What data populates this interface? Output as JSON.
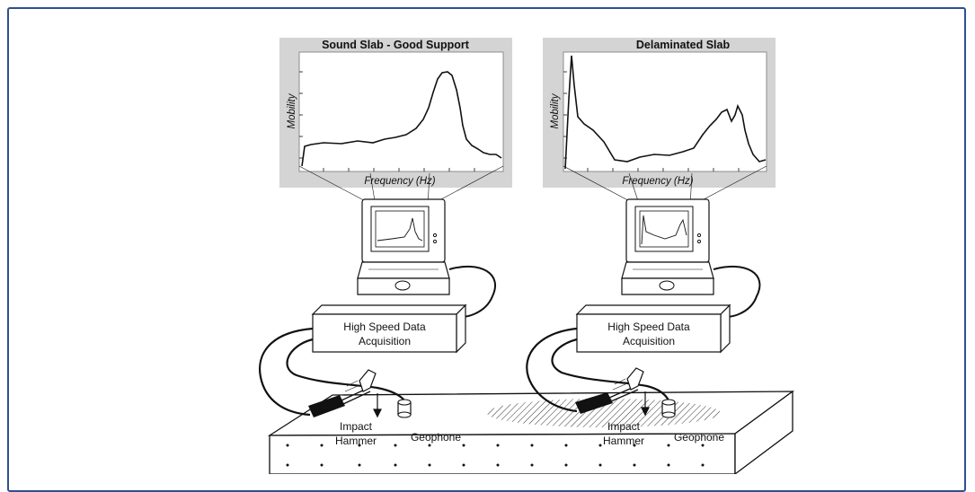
{
  "left_panel": {
    "chart_title": "Sound Slab - Good Support",
    "y_label": "Mobility",
    "x_label": "Frequency (Hz)"
  },
  "right_panel": {
    "chart_title": "Delaminated Slab",
    "y_label": "Mobility",
    "x_label": "Frequency (Hz)"
  },
  "left_setup": {
    "daq_line1": "High Speed Data",
    "daq_line2": "Acquisition",
    "hammer_line1": "Impact",
    "hammer_line2": "Hammer",
    "geophone": "Geophone"
  },
  "right_setup": {
    "daq_line1": "High Speed Data",
    "daq_line2": "Acquisition",
    "hammer_line1": "Impact",
    "hammer_line2": "Hammer",
    "geophone": "Geophone"
  },
  "colors": {
    "panel_bg": "#d4d4d4",
    "plot_bg": "#ffffff",
    "frame_border": "#2f4f8f",
    "line": "#111111"
  }
}
